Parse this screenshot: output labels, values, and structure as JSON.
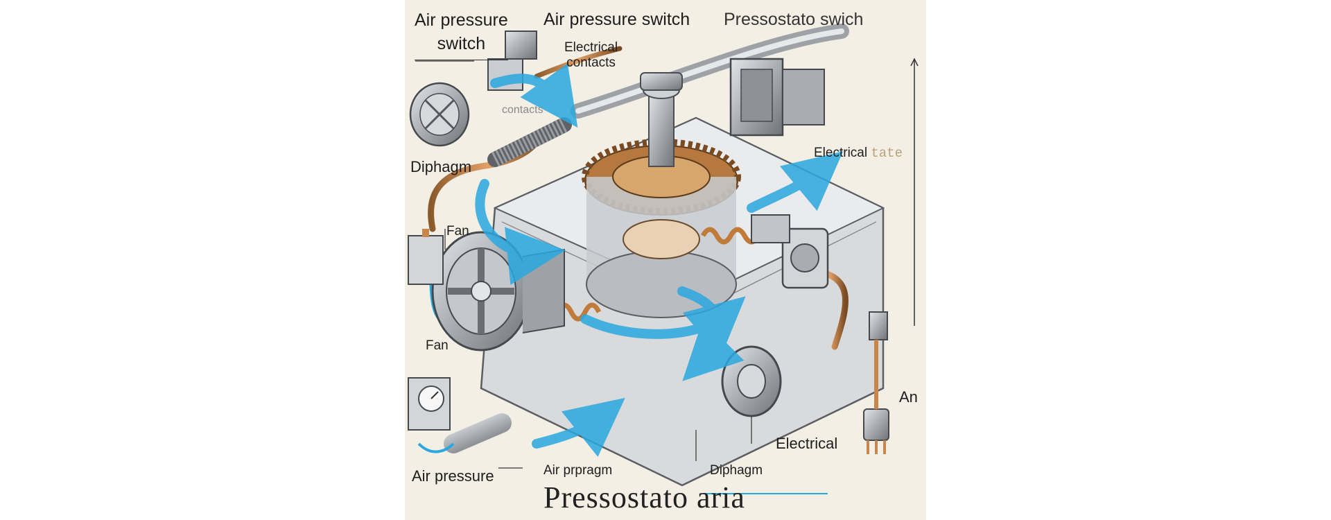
{
  "labels": {
    "air_pressure_switch_left": "Air pressure\nswitch",
    "air_pressure_switch_top": "Air pressure switch",
    "pressostato_swich": "Pressostato swich",
    "electrical_contacts": "Electrical\ncontacts",
    "contacts": "contacts",
    "diphagm_left": "Diphagm",
    "fan_upper": "Fan",
    "fan_lower": "Fan",
    "electrical_tate": "Electrical",
    "tate_fragment": "tate",
    "an": "An",
    "electrical_bottom": "Electrical",
    "air_pressure_bottom": "Air pressure",
    "air_prpragm": "Air prpragm",
    "diphagm_bottom": "Diphagm",
    "title": "Pressostato aria"
  },
  "colors": {
    "background": "#f3efe4",
    "metal": "#b9bcc0",
    "copper": "#c8874a",
    "airflow_arrow": "#2aa8e0",
    "ink": "#1d1d1d"
  },
  "icons": [
    "fan-icon",
    "pressure-switch-icon",
    "gear-icon",
    "pulley-icon",
    "gauge-icon",
    "connector-plug-icon",
    "airflow-arrow-icon"
  ]
}
